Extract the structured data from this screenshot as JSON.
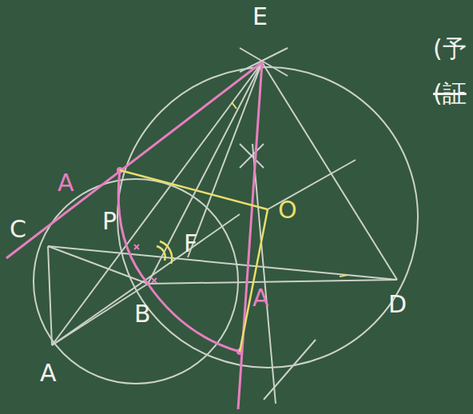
{
  "diagram": {
    "labels": [
      "E",
      "(予",
      "(証",
      "C",
      "A",
      "P",
      "F",
      "O",
      "B",
      "A",
      "D",
      "A"
    ]
  }
}
